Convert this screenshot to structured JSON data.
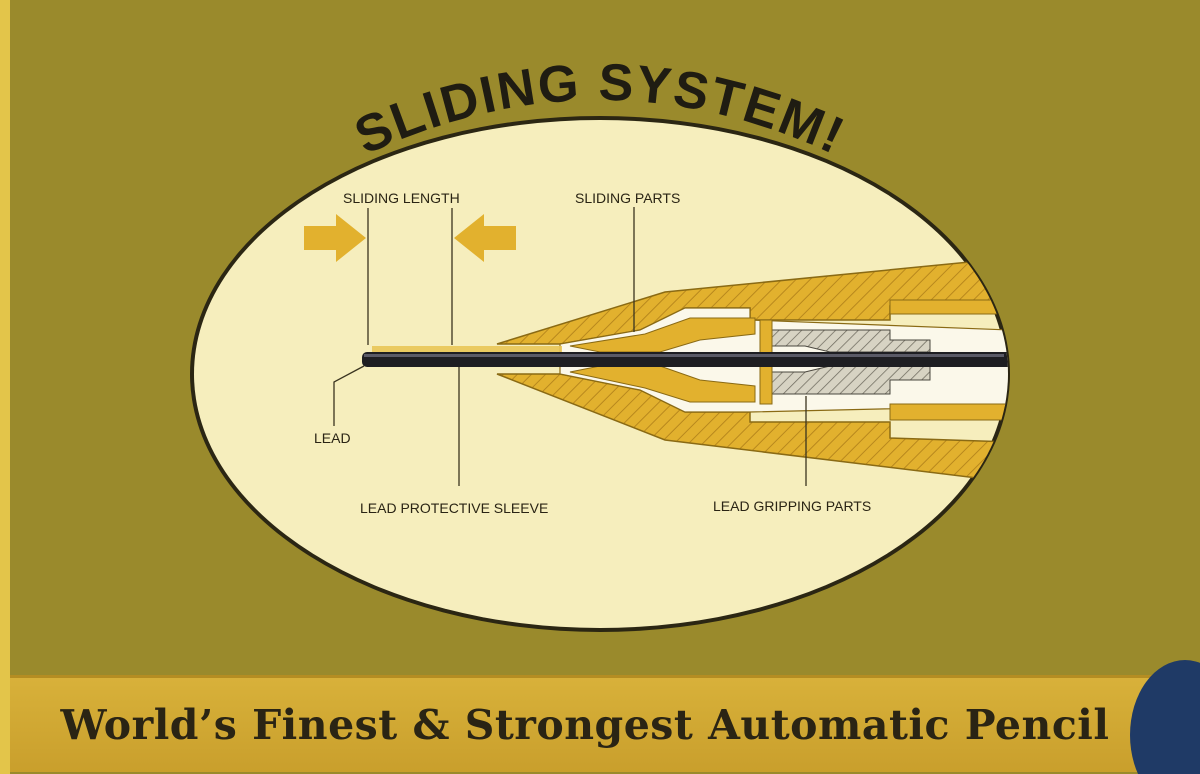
{
  "diagram": {
    "title": "SLIDING SYSTEM!",
    "labels": {
      "sliding_length": "SLIDING LENGTH",
      "sliding_parts": "SLIDING PARTS",
      "lead": "LEAD",
      "lead_protective_sleeve": "LEAD PROTECTIVE SLEEVE",
      "lead_gripping_parts": "LEAD GRIPPING PARTS"
    }
  },
  "banner": {
    "text": "World’s Finest & Strongest Automatic Pencil"
  },
  "colors": {
    "background": "#9a8a2c",
    "oval": "#f6eebd",
    "pencil_body": "#e2b12e",
    "lead": "#1e1e22",
    "arrow": "#e2b12e",
    "banner": "#d3aa35"
  }
}
